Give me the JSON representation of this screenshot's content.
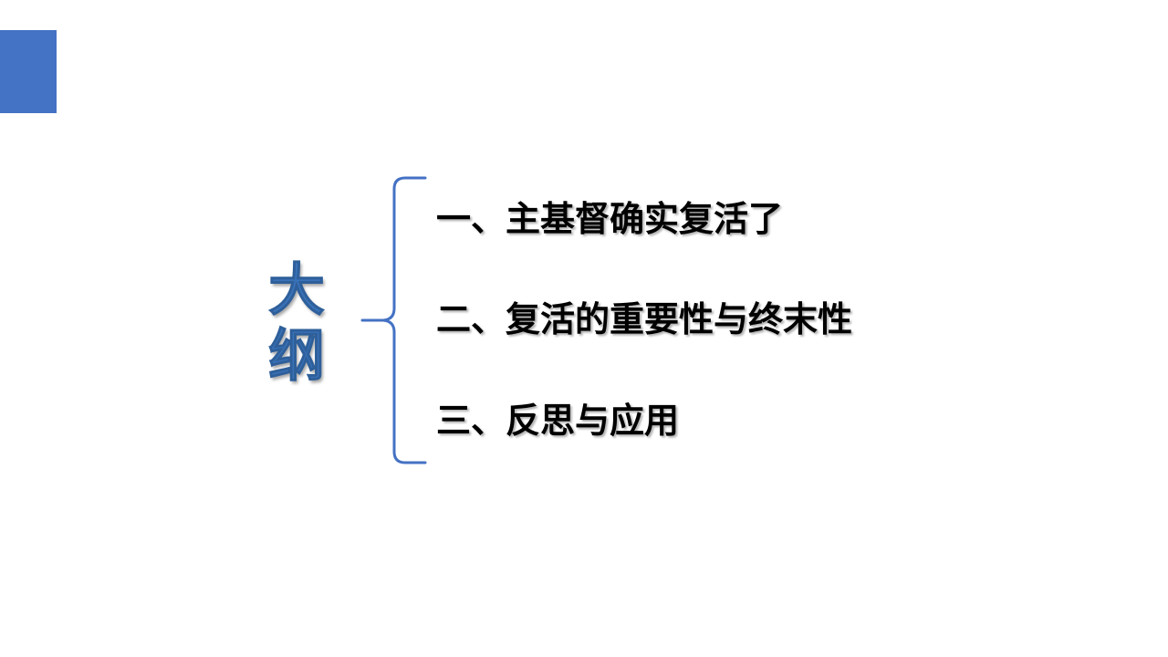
{
  "slide": {
    "accent_color": "#4472c4",
    "title_chars": [
      "大",
      "纲"
    ],
    "title_color": "#3a72b8",
    "items": [
      "一、主基督确实复活了",
      "二、复活的重要性与终末性",
      "三、反思与应用"
    ]
  }
}
